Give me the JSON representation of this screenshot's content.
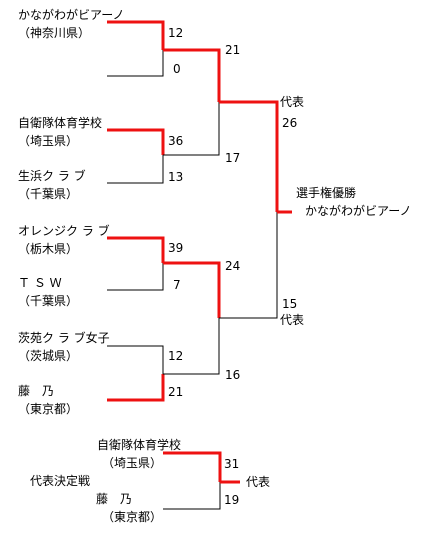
{
  "teams": [
    {
      "name": "かながわがビアーノ",
      "pref": "（神奈川県）"
    },
    {
      "name": "",
      "pref": ""
    },
    {
      "name": "自衛隊体育学校",
      "pref": "（埼玉県）"
    },
    {
      "name": "生浜ク ラ ブ",
      "pref": "（千葉県）"
    },
    {
      "name": "オレンジク ラ ブ",
      "pref": "（栃木県）"
    },
    {
      "name": "Ｔ Ｓ Ｗ",
      "pref": "（千葉県）"
    },
    {
      "name": "茨苑ク ラ ブ女子",
      "pref": "（茨城県）"
    },
    {
      "name": "藤　乃",
      "pref": "（東京都）"
    }
  ],
  "scores": {
    "r1": [
      "12",
      "0",
      "36",
      "13",
      "39",
      "7",
      "12",
      "21"
    ],
    "r2": [
      "21",
      "17",
      "24",
      "16"
    ],
    "semi": [
      "26",
      "15"
    ]
  },
  "labels": {
    "top_rep": "代表",
    "bottom_rep": "代表",
    "champion_title": "選手権優勝",
    "champion_name": "かながわがビアーノ"
  },
  "playoff": {
    "title": "代表決定戦",
    "team1": {
      "name": "自衛隊体育学校",
      "pref": "（埼玉県）",
      "score": "31"
    },
    "team2": {
      "name": "藤　乃",
      "pref": "（東京都）",
      "score": "19"
    },
    "result": "代表"
  },
  "colors": {
    "winner": "#ee1111",
    "line": "#000000"
  }
}
